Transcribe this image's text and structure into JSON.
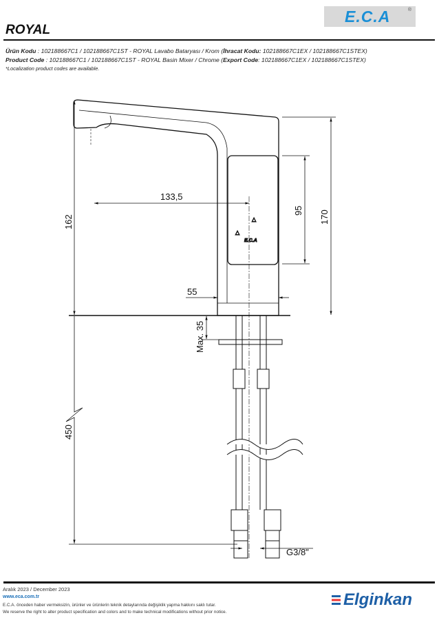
{
  "header": {
    "logo_text": "E.C.A",
    "logo_mark": "®",
    "title": "ROYAL"
  },
  "product": {
    "tr_label": "Ürün Kodu",
    "tr_text": "   : 102188667C1 / 102188667C1ST - ROYAL Lavabo Bataryası  / Krom (",
    "tr_export_label": "İhracat Kodu:",
    "tr_export_text": "  102188667C1EX / 102188667C1STEX)",
    "en_label": "Product Code",
    "en_text": " : 102188667C1 / 102188667C1ST - ROYAL Basin Mixer / Chrome (",
    "en_export_label": "Export Code",
    "en_export_text": ": 102188667C1EX / 102188667C1STEX)",
    "note": "*Localization product codes are available."
  },
  "drawing": {
    "dim_spout_reach": "133,5",
    "dim_spout_height": "162",
    "dim_panel": "95",
    "dim_total_height": "170",
    "dim_base_width": "55",
    "dim_max_thickness": "Max. 35",
    "dim_hose_length": "450",
    "dim_connection": "G3/8\"",
    "body_logo": "E.C.A"
  },
  "footer": {
    "date": "Aralık 2023 / December 2023",
    "url": "www.eca.com.tr",
    "disclaimer_tr": "E.C.A. önceden haber vermeksizin, ürünler ve ürünlerin teknik detaylarında değişiklik yapma hakkını saklı tutar.",
    "disclaimer_en": "We reserve the right to alter product specification and colors and to make technical modifications without prior notice.",
    "brand": "Elginkan"
  }
}
